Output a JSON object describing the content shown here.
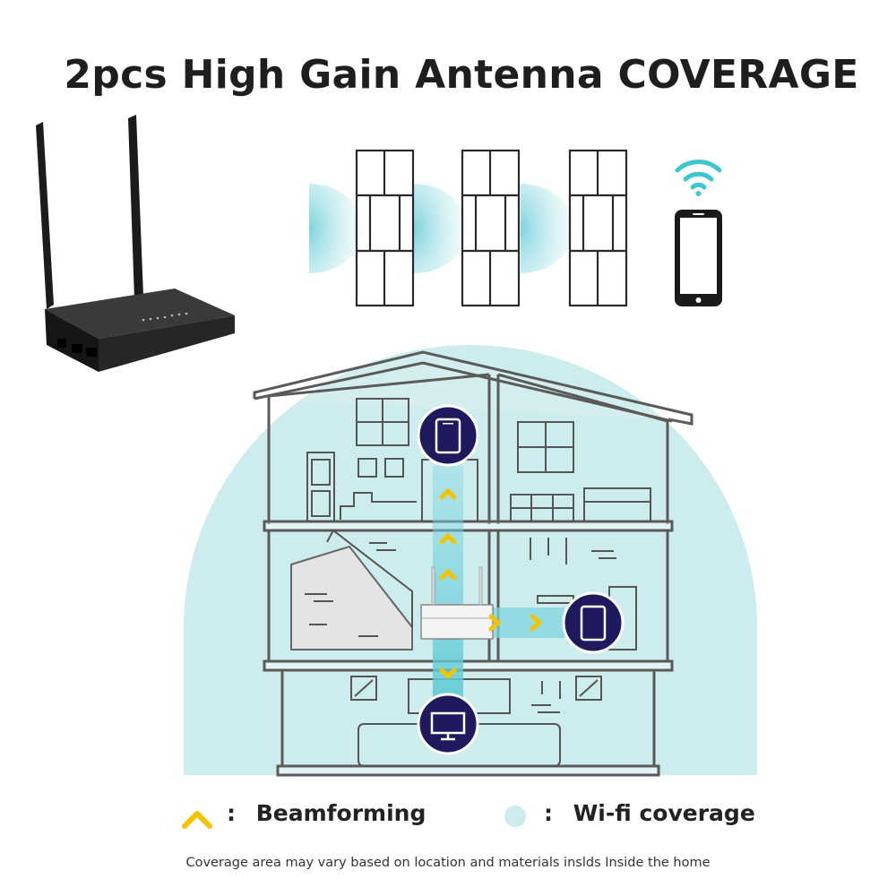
{
  "title": "2pcs High Gain Antenna COVERAGE",
  "legend": {
    "beamforming_label": "Beamforming",
    "coverage_label": "Wi-fi coverage",
    "separator": ":"
  },
  "footnote": "Coverage area may vary based on location and materials inslds Inside the home",
  "colors": {
    "coverage": "#c8ebee",
    "beam": "#f2c400",
    "device_circle": "#1f1a5e",
    "house_line": "#5a5a5a"
  },
  "icons": {
    "router_photo": "router-icon",
    "wall": "brick-wall-icon",
    "phone": "smartphone-icon",
    "wifi": "wifi-icon",
    "tablet": "tablet-icon",
    "monitor": "monitor-icon"
  }
}
